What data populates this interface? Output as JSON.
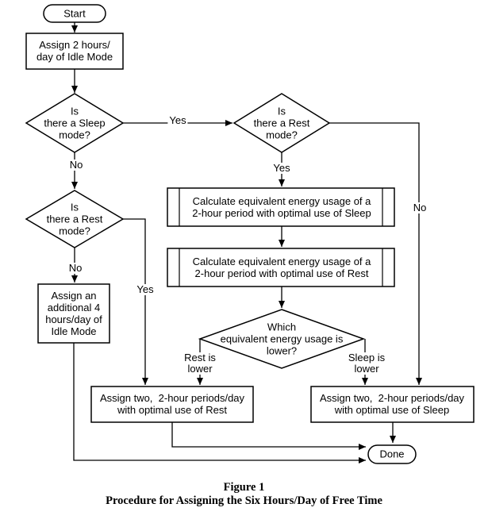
{
  "figure": {
    "caption_line1": "Figure 1",
    "caption_line2": "Procedure for Assigning the Six Hours/Day of Free Time"
  },
  "nodes": {
    "start": {
      "type": "terminator",
      "label": "Start"
    },
    "assign_idle_2h": {
      "type": "process",
      "label": "Assign 2 hours/\nday of Idle Mode"
    },
    "sleep_mode_decision": {
      "type": "decision",
      "label": "Is\nthere a Sleep\nmode?"
    },
    "rest_mode_decision_left": {
      "type": "decision",
      "label": "Is\nthere a Rest\nmode?"
    },
    "rest_mode_decision_right": {
      "type": "decision",
      "label": "Is\nthere a Rest\nmode?"
    },
    "assign_idle_4h": {
      "type": "process",
      "label": "Assign an\nadditional 4\nhours/day of\nIdle Mode"
    },
    "calc_sleep": {
      "type": "predefined-process",
      "label": "Calculate equivalent energy usage of a\n2-hour period with optimal use of Sleep"
    },
    "calc_rest": {
      "type": "predefined-process",
      "label": "Calculate equivalent energy usage of a\n2-hour period with optimal use of Rest"
    },
    "which_lower_decision": {
      "type": "decision",
      "label": "Which\nequivalent energy usage is\nlower?"
    },
    "assign_rest_periods": {
      "type": "process",
      "label": "Assign two,  2-hour periods/day\nwith optimal use of Rest"
    },
    "assign_sleep_periods": {
      "type": "process",
      "label": "Assign two,  2-hour periods/day\nwith optimal use of Sleep"
    },
    "done": {
      "type": "terminator",
      "label": "Done"
    }
  },
  "edge_labels": {
    "sleep_decision_yes": "Yes",
    "sleep_decision_no": "No",
    "rest_left_no": "No",
    "rest_left_yes": "Yes",
    "rest_right_yes": "Yes",
    "rest_right_no": "No",
    "rest_is_lower": "Rest is\nlower",
    "sleep_is_lower": "Sleep is\nlower"
  },
  "colors": {
    "line": "#000000",
    "fill": "#ffffff"
  }
}
